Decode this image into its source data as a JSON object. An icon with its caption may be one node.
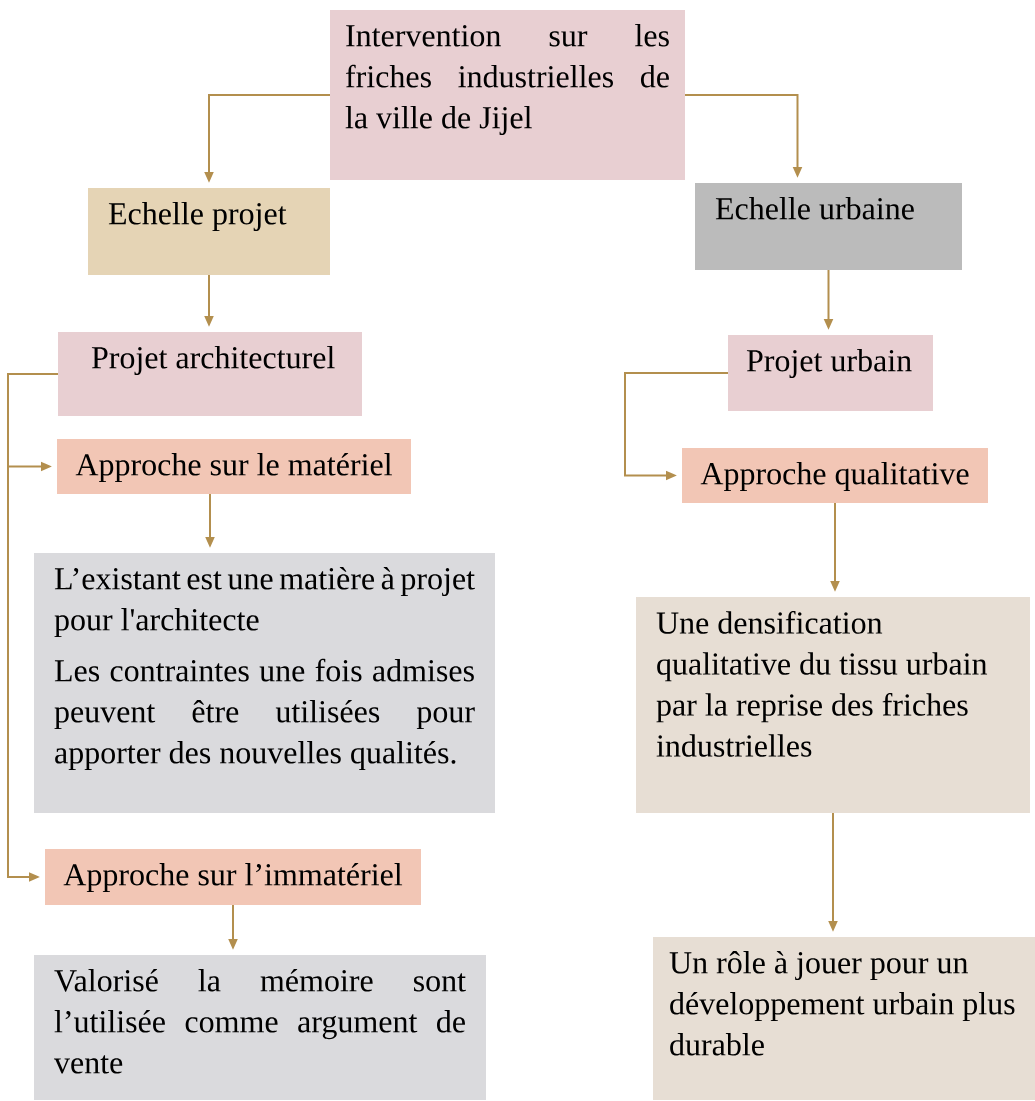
{
  "diagram": {
    "nodes": [
      {
        "text": [
          "Intervention sur les friches industrielles de la ville de Jijel"
        ]
      },
      {
        "text": [
          "Echelle projet"
        ]
      },
      {
        "text": [
          "Echelle urbaine"
        ]
      },
      {
        "text": [
          "Projet architecturel"
        ]
      },
      {
        "text": [
          "Projet urbain"
        ]
      },
      {
        "text": [
          "Approche sur le matériel"
        ]
      },
      {
        "text": [
          "Approche qualitative"
        ]
      },
      {
        "text": [
          "L’existant est une matière à projet pour l'architecte",
          "Les contraintes une fois admises peuvent être utilisées pour apporter des nouvelles qualités."
        ]
      },
      {
        "text": [
          "Approche sur l’immatériel"
        ]
      },
      {
        "text": [
          "Valorisé la mémoire sont l’utilisée comme argument de vente"
        ]
      },
      {
        "text": [
          "Une densification qualitative du tissu urbain par la reprise des friches industrielles"
        ]
      },
      {
        "text": [
          "Un rôle à jouer pour un développement urbain plus durable"
        ]
      }
    ],
    "edges": [
      {
        "from": 0,
        "to": 1,
        "arrow": "to"
      },
      {
        "from": 0,
        "to": 2,
        "arrow": "to"
      },
      {
        "from": 1,
        "to": 3,
        "arrow": "to"
      },
      {
        "from": 2,
        "to": 4,
        "arrow": "to"
      },
      {
        "from": 3,
        "to": 5,
        "arrow": "to"
      },
      {
        "from": 3,
        "to": 8,
        "arrow": "to"
      },
      {
        "from": 4,
        "to": 6,
        "arrow": "to"
      },
      {
        "from": 5,
        "to": 7,
        "arrow": "to"
      },
      {
        "from": 6,
        "to": 10,
        "arrow": "to"
      },
      {
        "from": 8,
        "to": 9,
        "arrow": "to"
      },
      {
        "from": 10,
        "to": 11,
        "arrow": "to"
      }
    ]
  }
}
